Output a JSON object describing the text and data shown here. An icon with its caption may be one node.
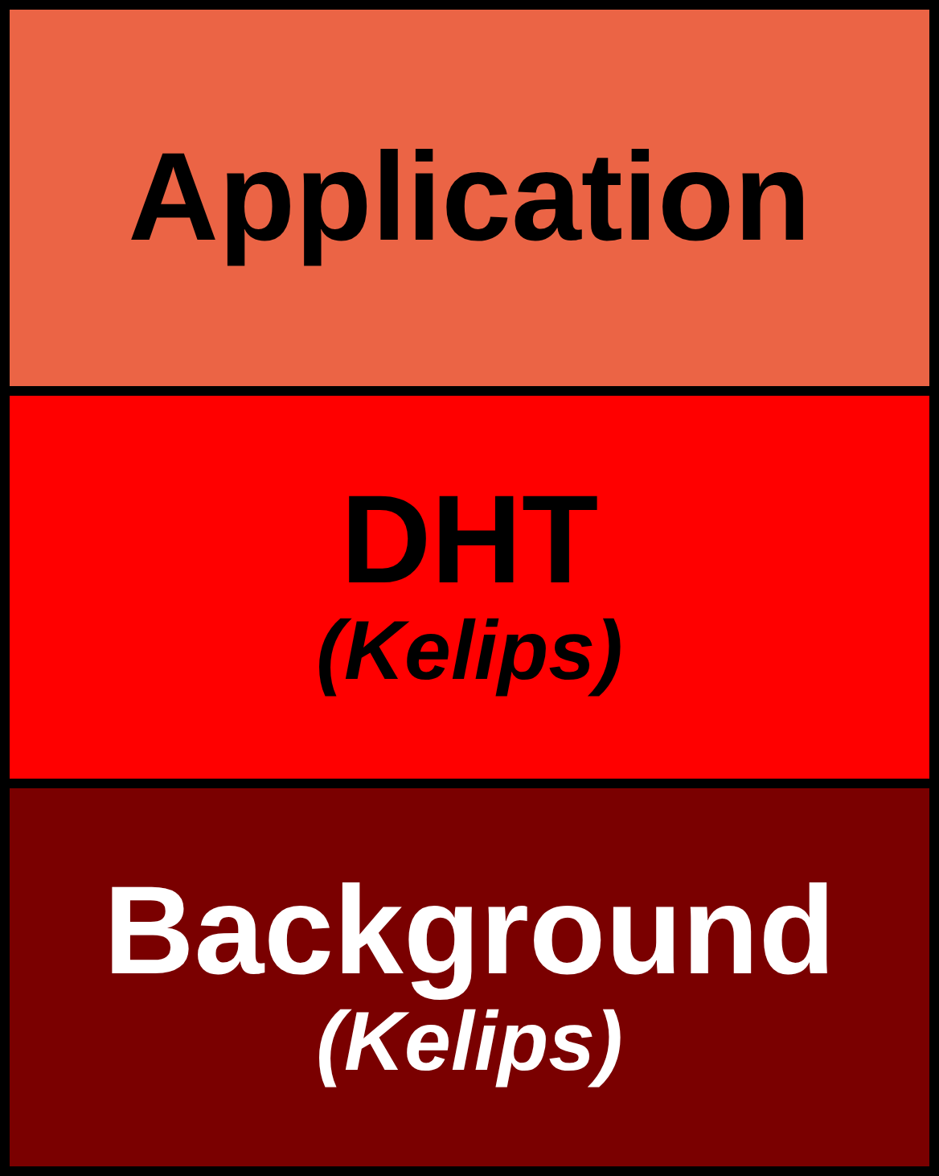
{
  "diagram": {
    "nodes": [
      {
        "text": [
          "Application"
        ]
      },
      {
        "text": [
          "DHT",
          "(Kelips)"
        ]
      },
      {
        "text": [
          "Background",
          "(Kelips)"
        ]
      }
    ]
  }
}
